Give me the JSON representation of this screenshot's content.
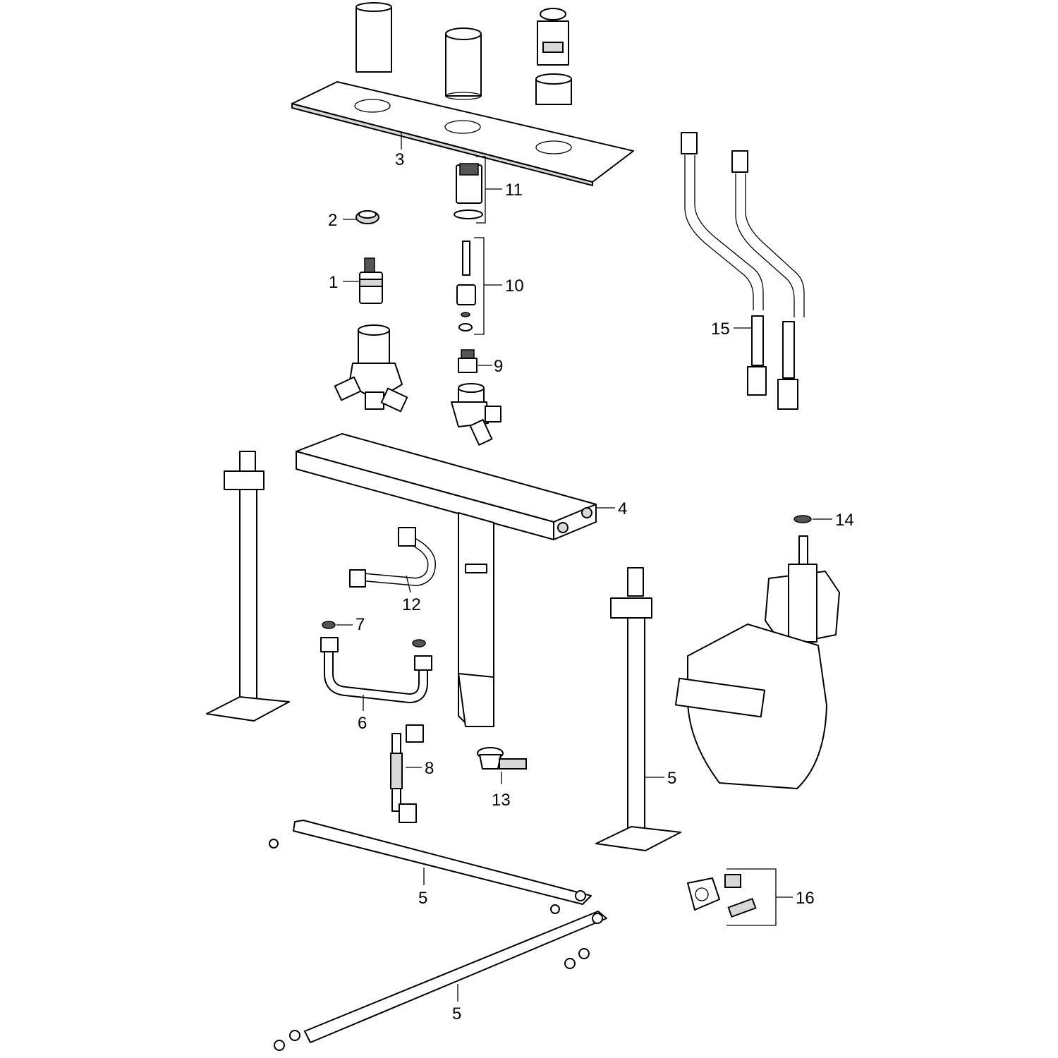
{
  "labels": {
    "p1": "1",
    "p2": "2",
    "p3": "3",
    "p4": "4",
    "p5a": "5",
    "p5b": "5",
    "p5c": "5",
    "p6": "6",
    "p7": "7",
    "p8": "8",
    "p9": "9",
    "p10": "10",
    "p11": "11",
    "p12": "12",
    "p13": "13",
    "p14": "14",
    "p15": "15",
    "p16": "16"
  }
}
